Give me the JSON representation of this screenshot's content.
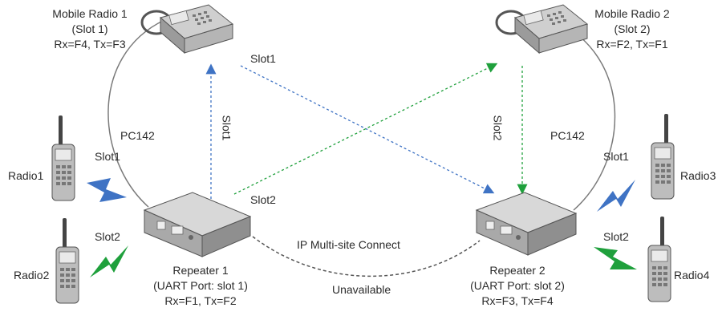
{
  "mobile_radio_1": {
    "name": "Mobile Radio 1",
    "slot": "(Slot 1)",
    "freq": "Rx=F4, Tx=F3"
  },
  "mobile_radio_2": {
    "name": "Mobile Radio 2",
    "slot": "(Slot 2)",
    "freq": "Rx=F2, Tx=F1"
  },
  "repeater_1": {
    "name": "Repeater 1",
    "port": "(UART Port: slot 1)",
    "freq": "Rx=F1, Tx=F2"
  },
  "repeater_2": {
    "name": "Repeater 2",
    "port": "(UART Port: slot 2)",
    "freq": "Rx=F3, Tx=F4"
  },
  "radios": {
    "radio1": "Radio1",
    "radio2": "Radio2",
    "radio3": "Radio3",
    "radio4": "Radio4"
  },
  "links": {
    "pc142_left": "PC142",
    "pc142_right": "PC142",
    "slot1_top": "Slot1",
    "slot2_mid": "Slot2",
    "slot1_vertical": "Slot1",
    "slot2_vertical": "Slot2",
    "slot1_left": "Slot1",
    "slot2_left": "Slot2",
    "slot1_right": "Slot1",
    "slot2_right": "Slot2",
    "ip_link": "IP  Multi-site Connect",
    "ip_status": "Unavailable"
  },
  "colors": {
    "blue": "#3f73c4",
    "green": "#1fa03c",
    "gray_line": "#7a7a7a",
    "dashed": "#555555"
  }
}
